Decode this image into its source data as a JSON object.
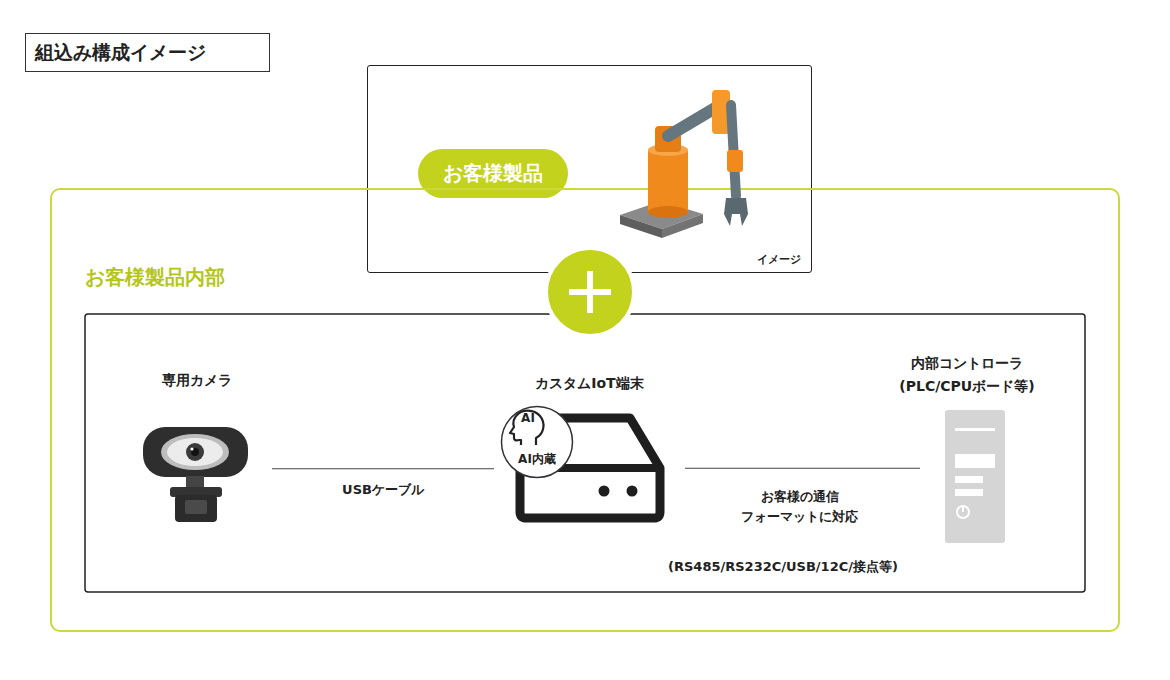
{
  "diagram": {
    "title": "組込み構成イメージ",
    "nodes": [
      {
        "text": [
          "イメージ"
        ]
      },
      {
        "text": [
          "お客様製品"
        ],
        "in": 0
      },
      {
        "text": [
          "お客様製品内部"
        ]
      },
      {
        "text": [
          "専用カメラ"
        ],
        "in": 2
      },
      {
        "text": [
          "カスタムIoT端末"
        ],
        "in": 2
      },
      {
        "text": [
          "AI内蔵"
        ],
        "in": 4
      },
      {
        "text": [
          "内部コントローラ (PLC/CPUボード等)"
        ],
        "in": 2
      }
    ],
    "edges": [
      {
        "from": 3,
        "to": 4,
        "arrow": "none",
        "label": "USBケーブル"
      },
      {
        "from": 4,
        "to": 6,
        "arrow": "none",
        "label": "お客様の通信 フォーマットに対応"
      }
    ],
    "labels": [
      "AI",
      "(RS485/RS232C/USB/12C/接点等)"
    ]
  }
}
